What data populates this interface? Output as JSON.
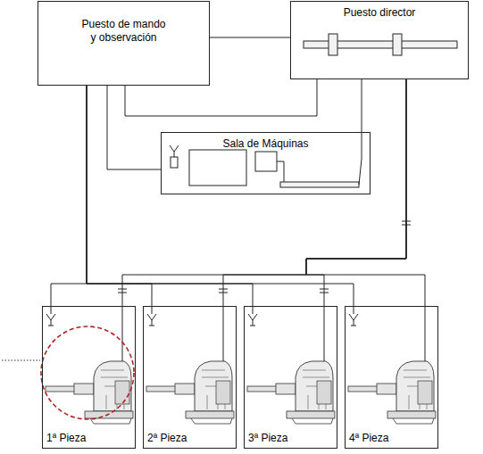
{
  "diagram": {
    "nodes": [
      {
        "text": [
          "Puesto de mando y observación"
        ]
      },
      {
        "text": [
          "Puesto director"
        ]
      },
      {
        "text": [
          "Sala de Máquinas"
        ]
      },
      {
        "text": [
          "1ª Pieza"
        ]
      },
      {
        "text": [
          "2ª Pieza"
        ]
      },
      {
        "text": [
          "3ª Pieza"
        ]
      },
      {
        "text": [
          "4ª Pieza"
        ]
      }
    ],
    "edges": [
      {
        "from": 0,
        "to": 1,
        "arrow": "none"
      },
      {
        "from": 0,
        "to": 1,
        "arrow": "none"
      },
      {
        "from": 0,
        "to": 2,
        "arrow": "none"
      },
      {
        "from": 1,
        "to": 2,
        "arrow": "none"
      },
      {
        "from": 0,
        "to": 3,
        "arrow": "none"
      },
      {
        "from": 0,
        "to": 4,
        "arrow": "none"
      },
      {
        "from": 0,
        "to": 5,
        "arrow": "none"
      },
      {
        "from": 0,
        "to": 6,
        "arrow": "none"
      },
      {
        "from": 1,
        "to": 3,
        "arrow": "none"
      },
      {
        "from": 1,
        "to": 4,
        "arrow": "none"
      },
      {
        "from": 1,
        "to": 5,
        "arrow": "none"
      },
      {
        "from": 1,
        "to": 6,
        "arrow": "none"
      }
    ]
  }
}
